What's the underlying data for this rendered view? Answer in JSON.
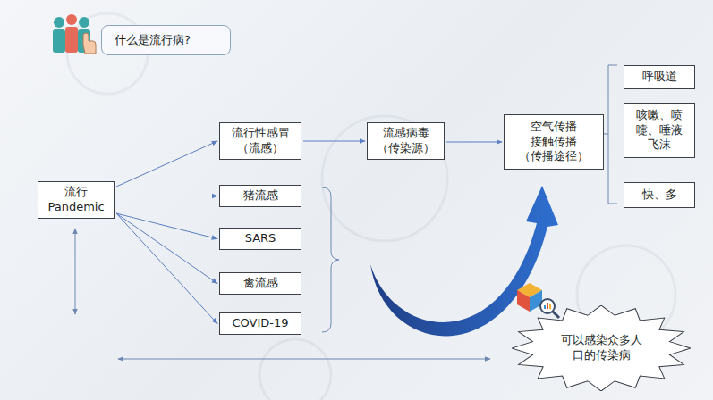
{
  "diagram": {
    "nodes": [
      {
        "text": [
          "什么是流行病?"
        ]
      },
      {
        "text": [
          "流行 Pandemic"
        ]
      },
      {
        "text": [
          "流行性感冒 （流感）"
        ]
      },
      {
        "text": [
          "猪流感"
        ]
      },
      {
        "text": [
          "SARS"
        ]
      },
      {
        "text": [
          "禽流感"
        ]
      },
      {
        "text": [
          "COVID-19"
        ]
      },
      {
        "text": [
          "流感病毒 （传染源）"
        ]
      },
      {
        "text": [
          "空气传播 接触传播 （传播途径）"
        ]
      },
      {
        "text": [
          "呼吸道"
        ]
      },
      {
        "text": [
          "咳嗽、喷 嚏、唾液 飞沫"
        ]
      },
      {
        "text": [
          "快、多"
        ]
      },
      {
        "text": [
          "可以感染众多人 口的传染病"
        ]
      }
    ],
    "edges": [
      {
        "from": 1,
        "to": 2,
        "arrow": "to"
      },
      {
        "from": 1,
        "to": 3,
        "arrow": "to"
      },
      {
        "from": 1,
        "to": 4,
        "arrow": "to"
      },
      {
        "from": 1,
        "to": 5,
        "arrow": "to"
      },
      {
        "from": 1,
        "to": 6,
        "arrow": "to"
      },
      {
        "from": 2,
        "to": 7,
        "arrow": "to"
      },
      {
        "from": 7,
        "to": 8,
        "arrow": "to"
      }
    ]
  }
}
